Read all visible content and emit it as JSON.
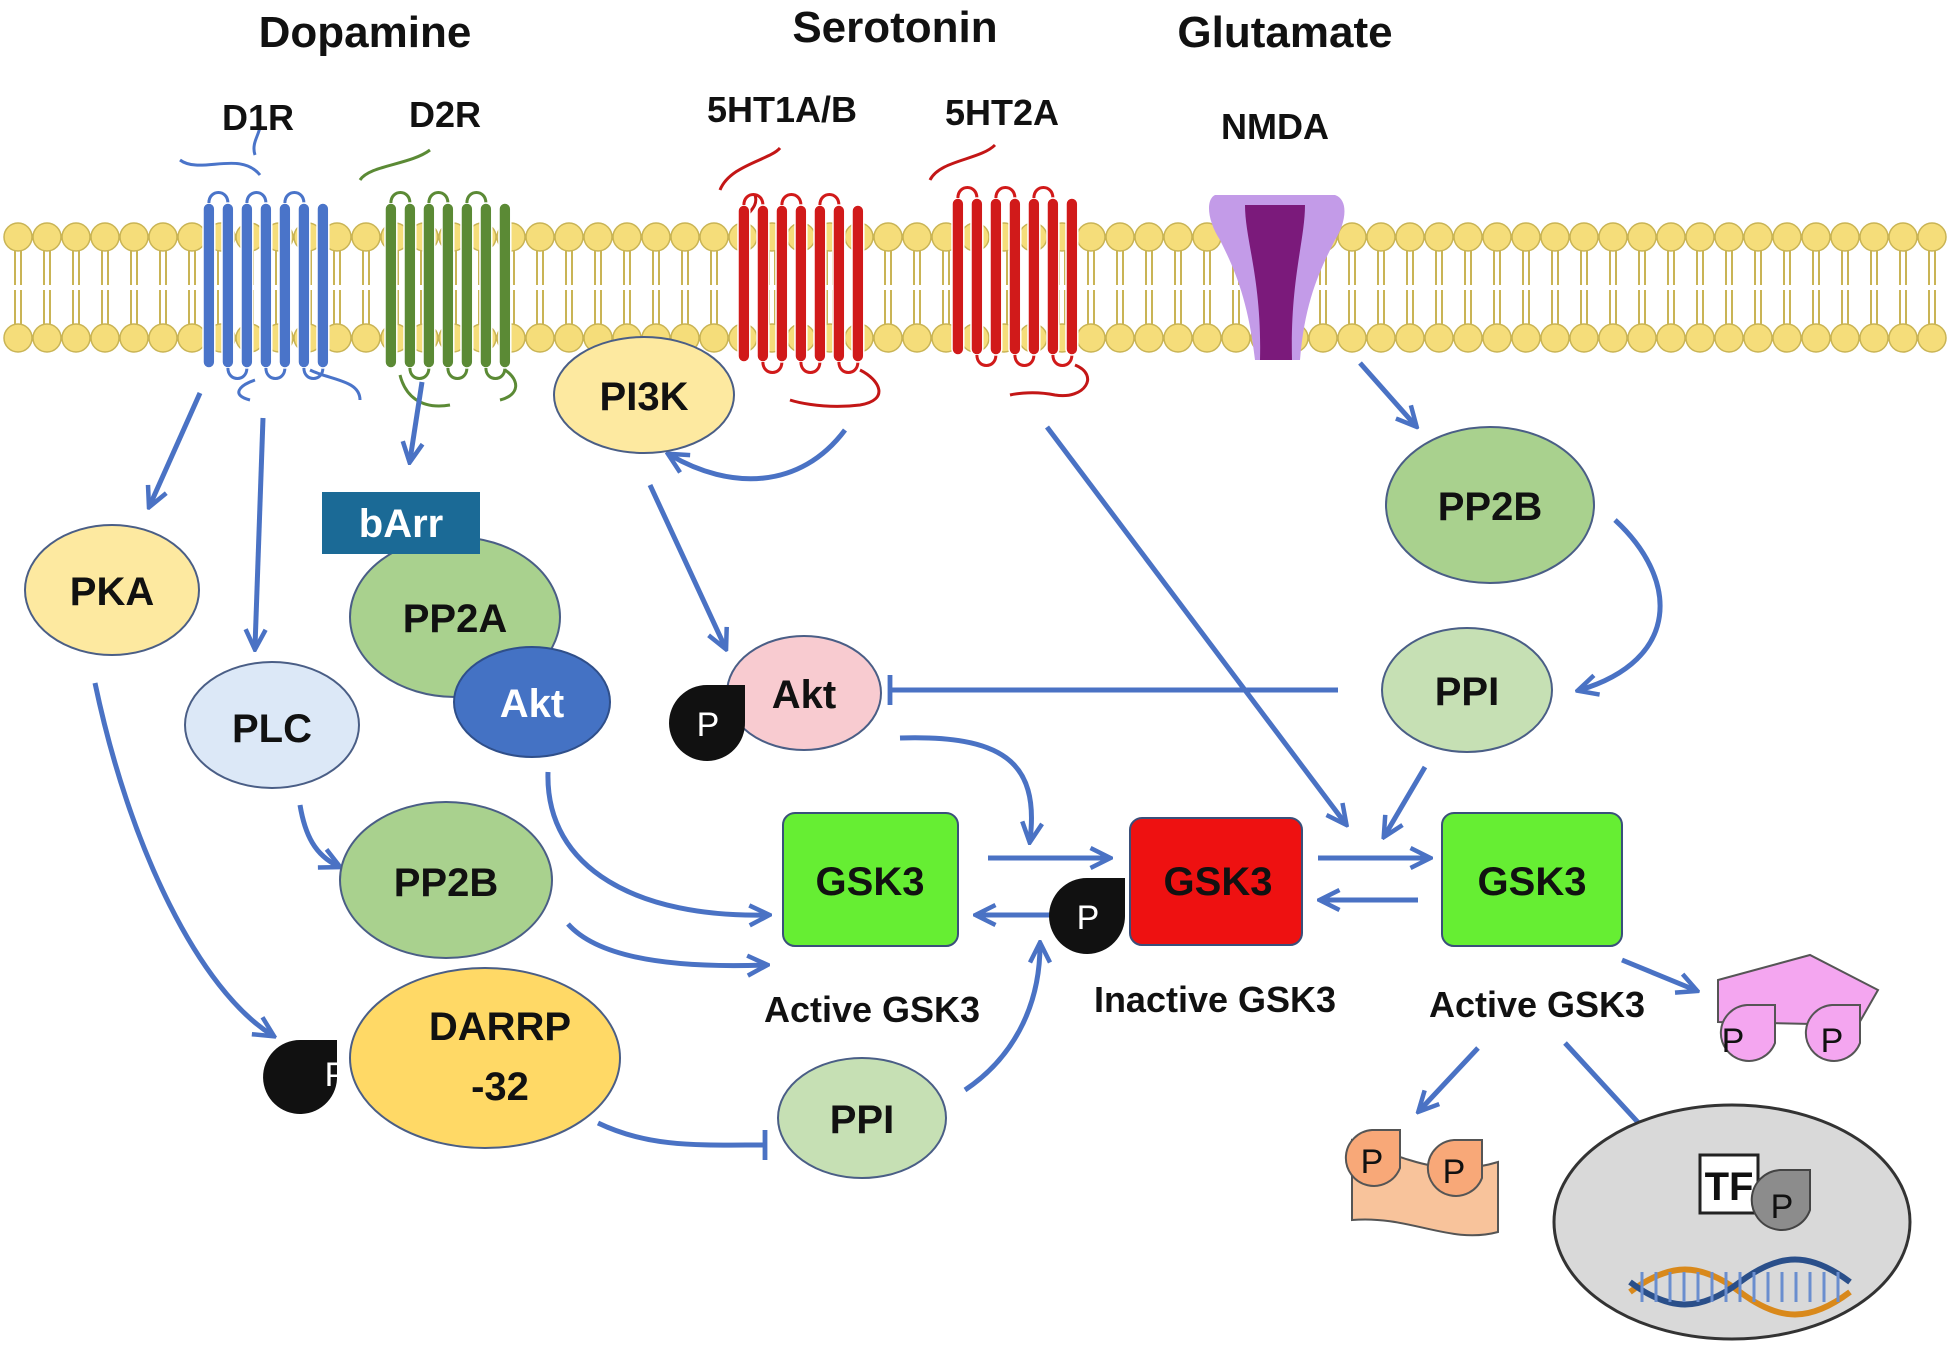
{
  "headers": {
    "dopamine": "Dopamine",
    "serotonin": "Serotonin",
    "glutamate": "Glutamate"
  },
  "receptors": {
    "d1r": "D1R",
    "d2r": "D2R",
    "ht1ab": "5HT1A/B",
    "ht2a": "5HT2A",
    "nmda": "NMDA"
  },
  "nodes": {
    "pka": "PKA",
    "plc": "PLC",
    "barr": "bArr",
    "pp2a": "PP2A",
    "akt_complex": "Akt",
    "pp2b_left": "PP2B",
    "darpp_line1": "DARRP",
    "darpp_line2": "-32",
    "pi3k": "PI3K",
    "akt_p": "Akt",
    "ppi_bottom": "PPI",
    "pp2b_right": "PP2B",
    "ppi_right": "PPI",
    "gsk3_left": "GSK3",
    "gsk3_mid": "GSK3",
    "gsk3_right": "GSK3",
    "tf": "TF",
    "p": "P"
  },
  "captions": {
    "active_left": "Active  GSK3",
    "inactive": "Inactive  GSK3",
    "active_right": "Active  GSK3"
  },
  "colors": {
    "d1r": "#4a74c9",
    "d2r": "#5b8a35",
    "serotonin_receptors": "#d11a1a",
    "nmda_light": "#c39be8",
    "nmda_dark": "#7b1a7b",
    "membrane": "#f5dd7a",
    "arrow": "#4a72c4",
    "gsk3_active": "#66ee33",
    "gsk3_inactive": "#ee1111",
    "pka": "#fde9a0",
    "plc": "#dce8f7",
    "pp2a": "#a9d18e",
    "akt_complex": "#4472c4",
    "pi3k": "#fde9a0",
    "akt_p": "#f8cbd0",
    "ppi": "#c6e0b4",
    "pp2b": "#a9d18e",
    "darpp": "#ffd966",
    "barr": "#1b6a96",
    "nucleus": "#d9d9d9",
    "pink_substrate": "#f4a6f0",
    "orange_substrate": "#f8c39b"
  }
}
